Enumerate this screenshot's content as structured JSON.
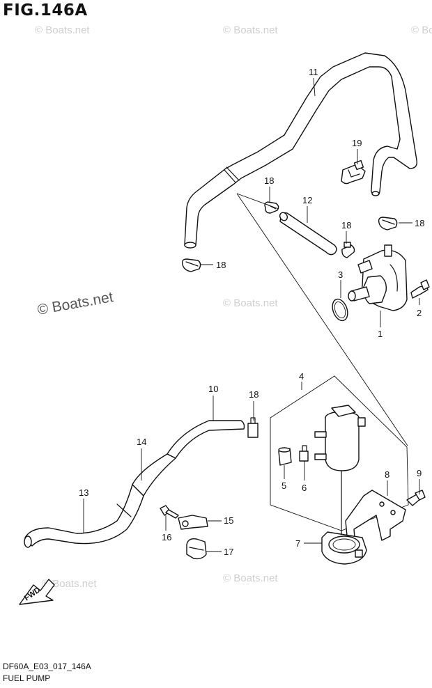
{
  "figure": {
    "title": "FIG.146A",
    "code": "DF60A_E03_017_146A",
    "name": "FUEL PUMP",
    "fwd_label": "FWD"
  },
  "watermark": {
    "text": "© Boats.net",
    "main": "© Boats.net"
  },
  "callouts": [
    {
      "id": "c11",
      "label": "11",
      "part": "fuel-hose"
    },
    {
      "id": "c19",
      "label": "19",
      "part": "hose-clamp"
    },
    {
      "id": "c18a",
      "label": "18",
      "part": "hose-clip"
    },
    {
      "id": "c12",
      "label": "12",
      "part": "fuel-hose"
    },
    {
      "id": "c18b",
      "label": "18",
      "part": "hose-clip"
    },
    {
      "id": "c18c",
      "label": "18",
      "part": "hose-clip"
    },
    {
      "id": "c18d",
      "label": "18",
      "part": "hose-clip"
    },
    {
      "id": "c3",
      "label": "3",
      "part": "o-ring"
    },
    {
      "id": "c2",
      "label": "2",
      "part": "bolt"
    },
    {
      "id": "c1",
      "label": "1",
      "part": "fuel-pump"
    },
    {
      "id": "c4",
      "label": "4",
      "part": "fuel-filter-assy"
    },
    {
      "id": "c10",
      "label": "10",
      "part": "fuel-hose"
    },
    {
      "id": "c18e",
      "label": "18",
      "part": "hose-clip"
    },
    {
      "id": "c14",
      "label": "14",
      "part": "hose-protector"
    },
    {
      "id": "c13",
      "label": "13",
      "part": "fuel-hose"
    },
    {
      "id": "c5",
      "label": "5",
      "part": "cap"
    },
    {
      "id": "c6",
      "label": "6",
      "part": "clip"
    },
    {
      "id": "c8",
      "label": "8",
      "part": "bracket"
    },
    {
      "id": "c9",
      "label": "9",
      "part": "bolt"
    },
    {
      "id": "c15",
      "label": "15",
      "part": "clamp"
    },
    {
      "id": "c16",
      "label": "16",
      "part": "bolt"
    },
    {
      "id": "c7",
      "label": "7",
      "part": "filter-holder"
    },
    {
      "id": "c17",
      "label": "17",
      "part": "clamp"
    }
  ]
}
